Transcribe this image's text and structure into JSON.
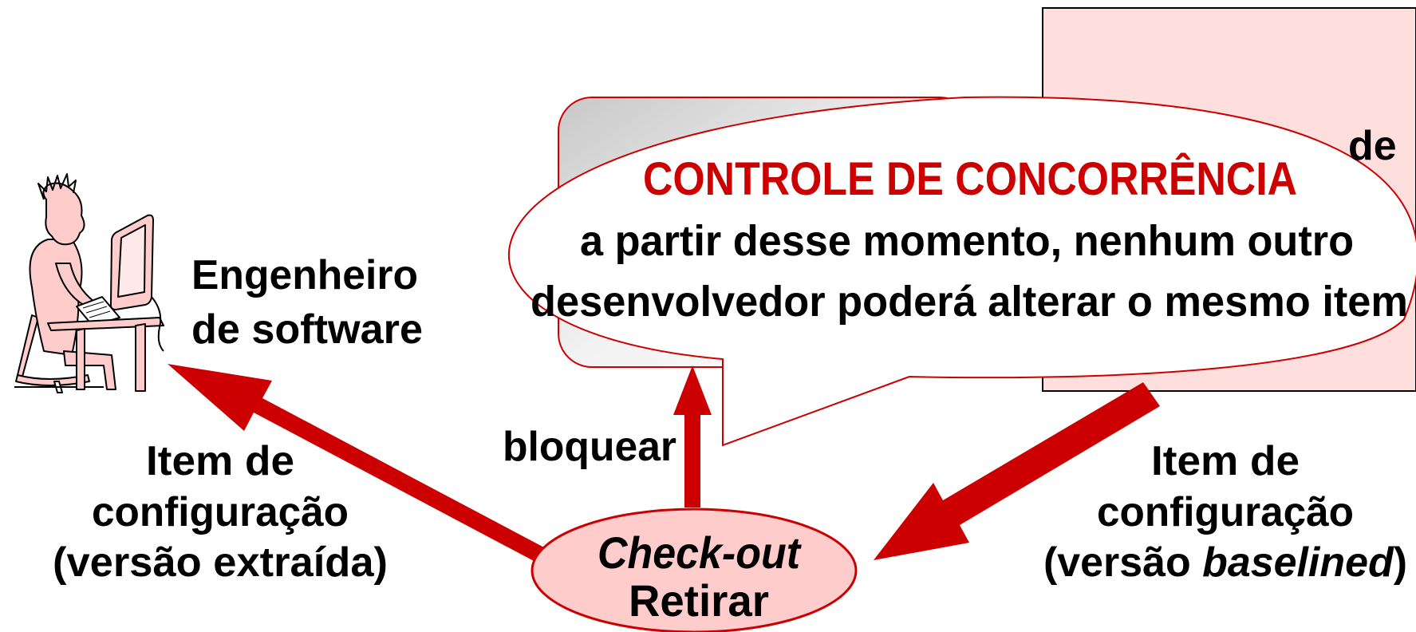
{
  "engineer": {
    "line1": "Engenheiro",
    "line2": "de software"
  },
  "left_item": {
    "line1": "Item de",
    "line2": "configuração",
    "line3": "(versão extraída)"
  },
  "right_item": {
    "line1": "Item de",
    "line2": "configuração",
    "line3_prefix": "(versão ",
    "line3_italic": "baselined",
    "line3_suffix": ")"
  },
  "checkout": {
    "italic": "Check-out",
    "label": "Retirar"
  },
  "lock_label": "bloquear",
  "callout": {
    "title": "CONTROLE DE CONCORRÊNCIA",
    "line1": "a partir desse momento, nenhum outro",
    "line2": "desenvolvedor poderá alterar o mesmo item"
  },
  "partial_text": "de",
  "colors": {
    "arrow": "#cc0000",
    "checkout_fill": "#ffcccc",
    "box_fill": "#ffdede",
    "title": "#cc0000"
  },
  "icons": [
    "engineer-at-computer-icon"
  ]
}
